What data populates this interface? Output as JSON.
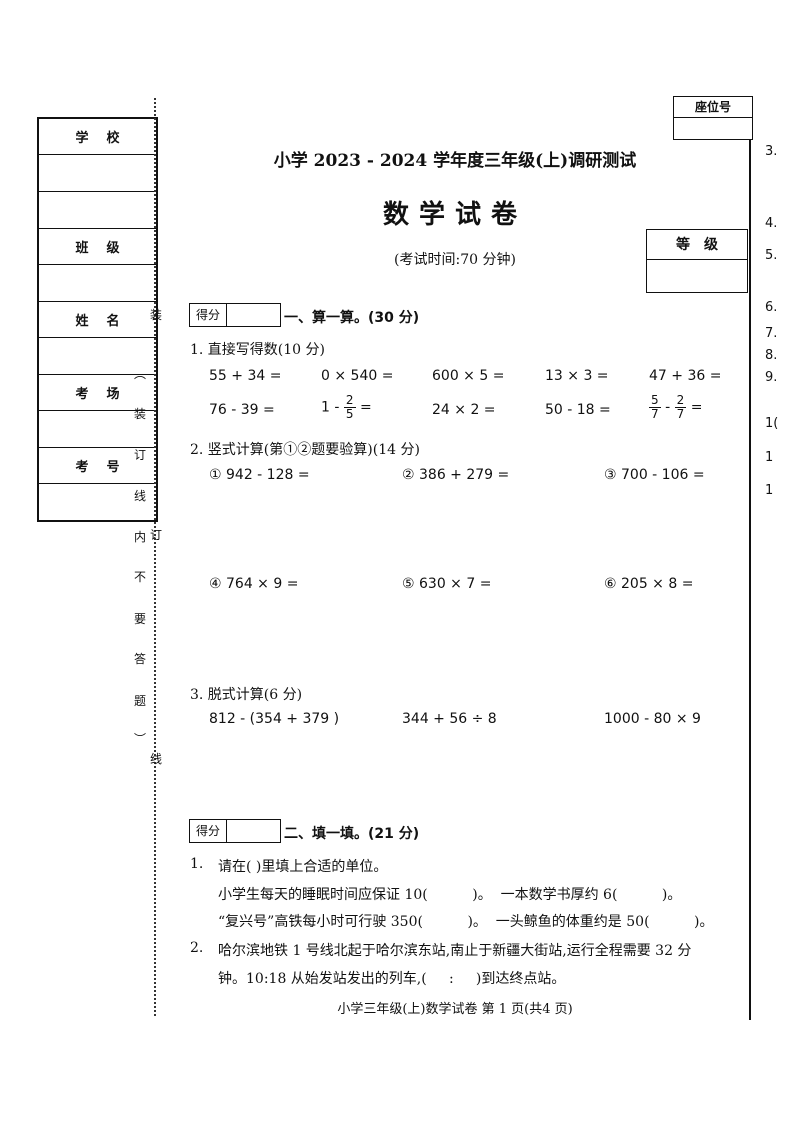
{
  "left_panel": {
    "school_label": "学校",
    "class_label": "班级",
    "name_label": "姓名",
    "room_label": "考场",
    "number_label": "考号",
    "binding_chars": [
      "装",
      "︵",
      "装",
      "订",
      "线",
      "内",
      "不",
      "要",
      "答",
      "题",
      "︶"
    ],
    "ding": "订",
    "xian": "线"
  },
  "seat_label": "座位号",
  "grade_label": "等级",
  "header": {
    "line1": "小学 2023 - 2024 学年度三年级(上)调研测试",
    "title": "数学试卷",
    "time": "(考试时间:70 分钟)"
  },
  "score_label": "得分",
  "section1": {
    "title": "一、算一算。(30 分)",
    "q1_title": "1. 直接写得数(10 分)",
    "q1_row1": [
      "55 + 34 =",
      "0 × 540 =",
      "600 × 5 =",
      "13 × 3 =",
      "47 + 36 ="
    ],
    "q1_row2_a": "76 - 39 =",
    "q1_row2_b_pre": "1 -",
    "q1_row2_b_num": "2",
    "q1_row2_b_den": "5",
    "q1_row2_b_post": "=",
    "q1_row2_c": "24 × 2 =",
    "q1_row2_d": "50 - 18 =",
    "q1_row2_e_num1": "5",
    "q1_row2_e_den1": "7",
    "q1_row2_e_mid": "-",
    "q1_row2_e_num2": "2",
    "q1_row2_e_den2": "7",
    "q1_row2_e_post": "=",
    "q2_title": "2. 竖式计算(第①②题要验算)(14 分)",
    "q2_row1": [
      "① 942 - 128 =",
      "② 386 + 279 =",
      "③ 700 - 106 ="
    ],
    "q2_row2": [
      "④ 764 × 9 =",
      "⑤ 630 × 7 =",
      "⑥ 205 × 8 ="
    ],
    "q3_title": "3. 脱式计算(6 分)",
    "q3_row": [
      "812 - (354 + 379 )",
      "344 + 56 ÷ 8",
      "1000 - 80 × 9"
    ]
  },
  "section2": {
    "title": "二、填一填。(21 分)",
    "q1_num": "1.",
    "q1_line1": "请在(      )里填上合适的单位。",
    "q1_line2": "小学生每天的睡眠时间应保证 10(          )。  一本数学书厚约 6(          )。",
    "q1_line3": "“复兴号”高铁每小时可行驶 350(          )。  一头鲸鱼的体重约是 50(          )。",
    "q2_num": "2.",
    "q2_line1": "哈尔滨地铁 1 号线北起于哈尔滨东站,南止于新疆大街站,运行全程需要 32 分",
    "q2_line2": "钟。10:18 从始发站发出的列车,(     :     )到达终点站。"
  },
  "margin_numbers": [
    "3.",
    "4.",
    "5.",
    "6.",
    "7.",
    "8.",
    "9.",
    "1(",
    "1",
    "1"
  ],
  "footer": "小学三年级(上)数学试卷  第 1 页(共4 页)"
}
